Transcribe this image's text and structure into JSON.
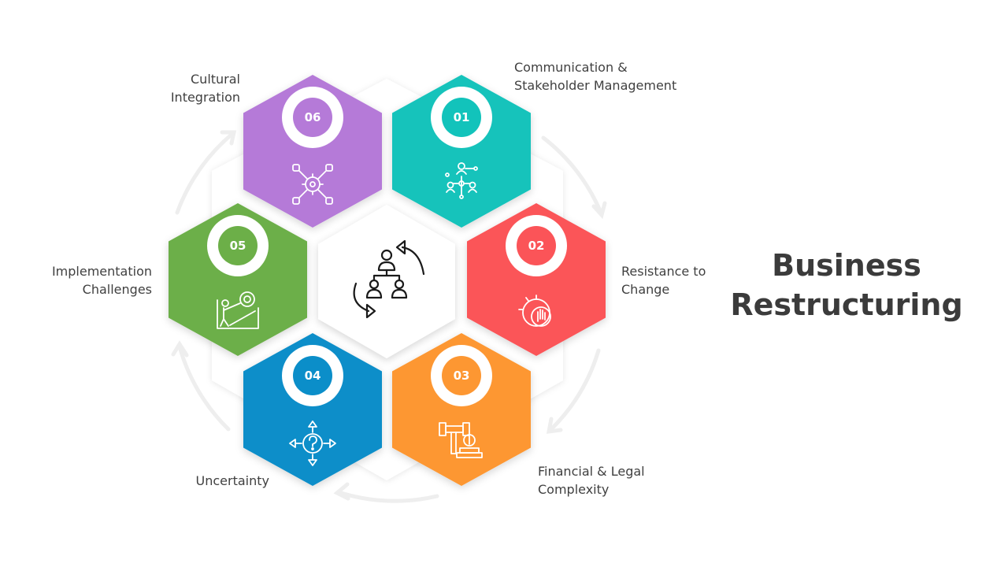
{
  "title": {
    "line1": "Business",
    "line2": "Restructuring"
  },
  "center_icon": "restructuring-hierarchy-icon",
  "items": [
    {
      "number": "01",
      "label_line1": "Communication &",
      "label_line2": "Stakeholder Management",
      "color": "#12c3bb",
      "icon": "stakeholder-network-icon"
    },
    {
      "number": "02",
      "label_line1": "Resistance to",
      "label_line2": "Change",
      "color": "#fb5458",
      "icon": "stop-hand-gear-icon"
    },
    {
      "number": "03",
      "label_line1": "Financial & Legal",
      "label_line2": "Complexity",
      "color": "#fd9732",
      "icon": "gavel-dollar-icon"
    },
    {
      "number": "04",
      "label_line1": "Uncertainty",
      "label_line2": "",
      "color": "#0b8ec9",
      "icon": "question-arrows-icon"
    },
    {
      "number": "05",
      "label_line1": "Implementation",
      "label_line2": "Challenges",
      "color": "#6caf48",
      "icon": "person-pushing-gear-icon"
    },
    {
      "number": "06",
      "label_line1": "Cultural",
      "label_line2": "Integration",
      "color": "#b57ad8",
      "icon": "gear-network-icon"
    }
  ]
}
